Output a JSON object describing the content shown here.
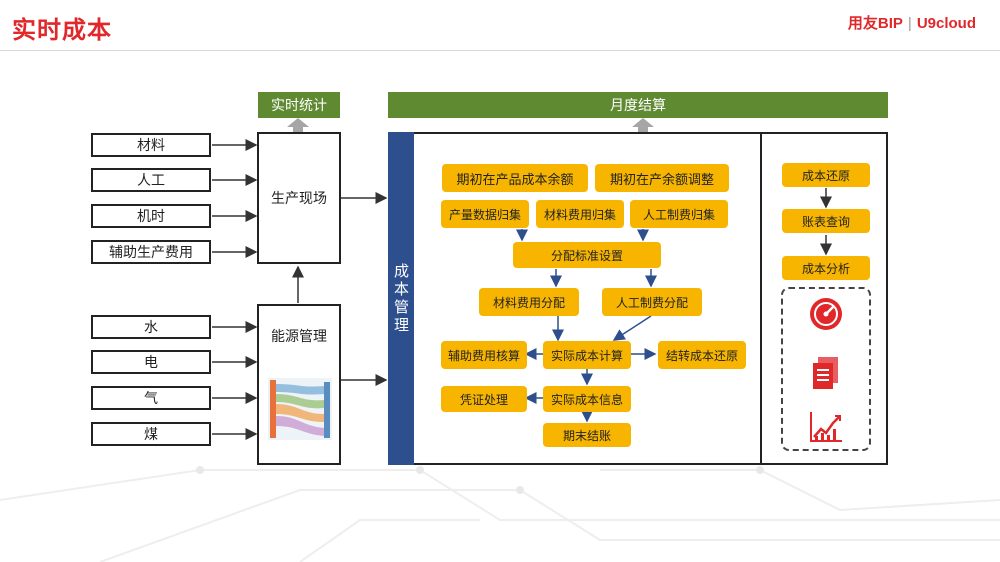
{
  "header": {
    "title": "实时成本",
    "brand_left": "用友BIP",
    "brand_sep": "|",
    "brand_right": "U9cloud"
  },
  "inputs_top": [
    "材料",
    "人工",
    "机时",
    "辅助生产费用"
  ],
  "inputs_bottom": [
    "水",
    "电",
    "气",
    "煤"
  ],
  "production": {
    "label": "生产现场"
  },
  "energy": {
    "label": "能源管理"
  },
  "realtime_stats": {
    "label": "实时统计"
  },
  "monthly_settlement": {
    "label": "月度结算"
  },
  "cost_management": {
    "label": "成本管理"
  },
  "process": {
    "opening_balance": "期初在产品成本余额",
    "opening_adjust": "期初在产余额调整",
    "output_collect": "产量数据归集",
    "material_collect": "材料费用归集",
    "labor_collect": "人工制费归集",
    "allocation_setting": "分配标准设置",
    "material_allocation": "材料费用分配",
    "labor_allocation": "人工制费分配",
    "aux_accounting": "辅助费用核算",
    "actual_cost_calc": "实际成本计算",
    "carryover_restore": "结转成本还原",
    "voucher": "凭证处理",
    "actual_cost_info": "实际成本信息",
    "period_close": "期末结账"
  },
  "analysis": {
    "cost_restore": "成本还原",
    "report_query": "账表查询",
    "cost_analysis": "成本分析",
    "icons": [
      "gauge-icon",
      "document-icon",
      "chart-icon"
    ]
  },
  "colors": {
    "brand_red": "#e0282b",
    "green": "#5f8a32",
    "blue": "#2e4f8e",
    "yellow": "#f7b500"
  }
}
